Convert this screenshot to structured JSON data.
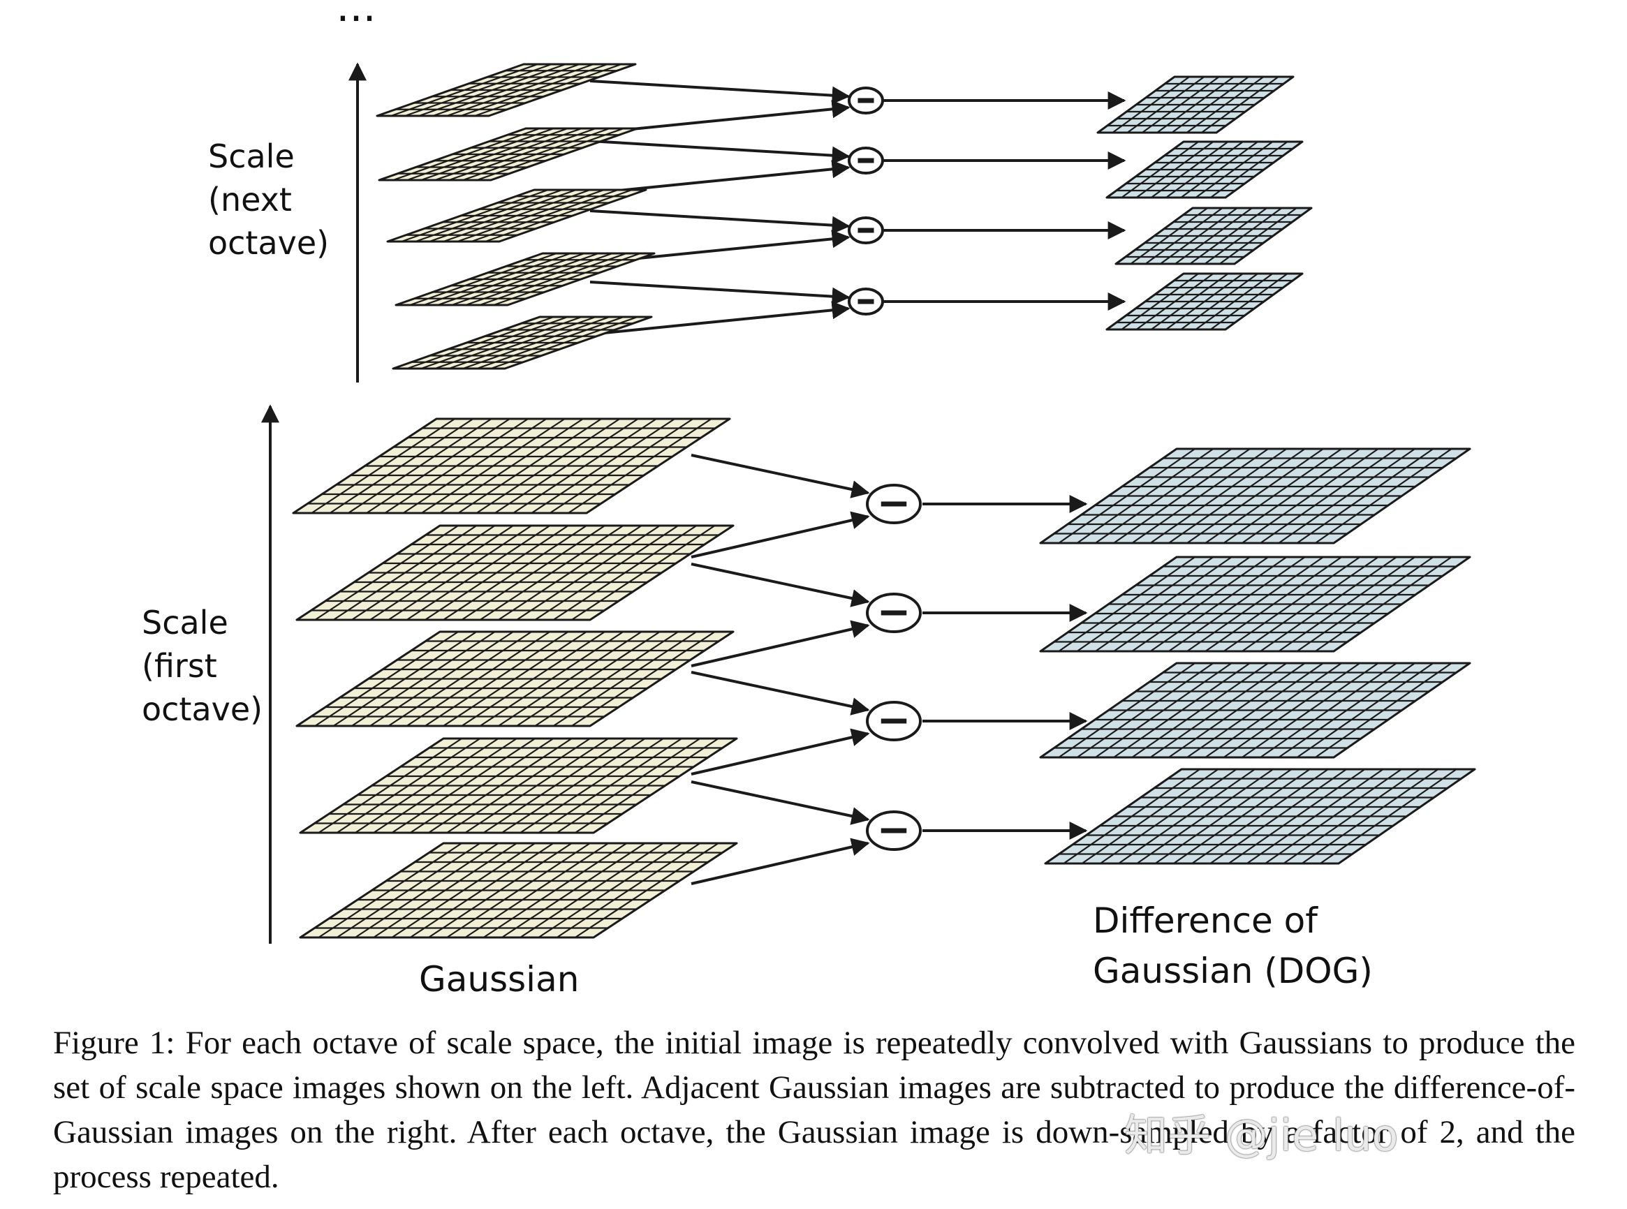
{
  "diagram": {
    "ellipsis": "...",
    "labels": {
      "next_octave": [
        "Scale",
        "(next",
        "octave)"
      ],
      "first_octave": [
        "Scale",
        "(first",
        "octave)"
      ],
      "gaussian": "Gaussian",
      "dog": [
        "Difference of",
        "Gaussian (DOG)"
      ]
    },
    "subtract_symbol": "−",
    "octaves": [
      {
        "name": "first-octave",
        "gaussian_images": 5,
        "dog_images": 4,
        "grid": [
          16,
          10
        ]
      },
      {
        "name": "next-octave",
        "gaussian_images": 5,
        "dog_images": 4,
        "grid": [
          8,
          8
        ]
      }
    ],
    "colors": {
      "gaussian_fill": "#f1efd6",
      "dog_fill": "#cfe0e6",
      "line": "#1a1a1a"
    }
  },
  "caption": "Figure 1: For each octave of scale space, the initial image is repeatedly convolved with Gaussians to produce the set of scale space images shown on the left. Adjacent Gaussian images are subtracted to produce the difference-of-Gaussian images on the right. After each octave, the Gaussian image is down-sampled by a factor of 2, and the process repeated.",
  "watermark": "知乎 @jie luo"
}
